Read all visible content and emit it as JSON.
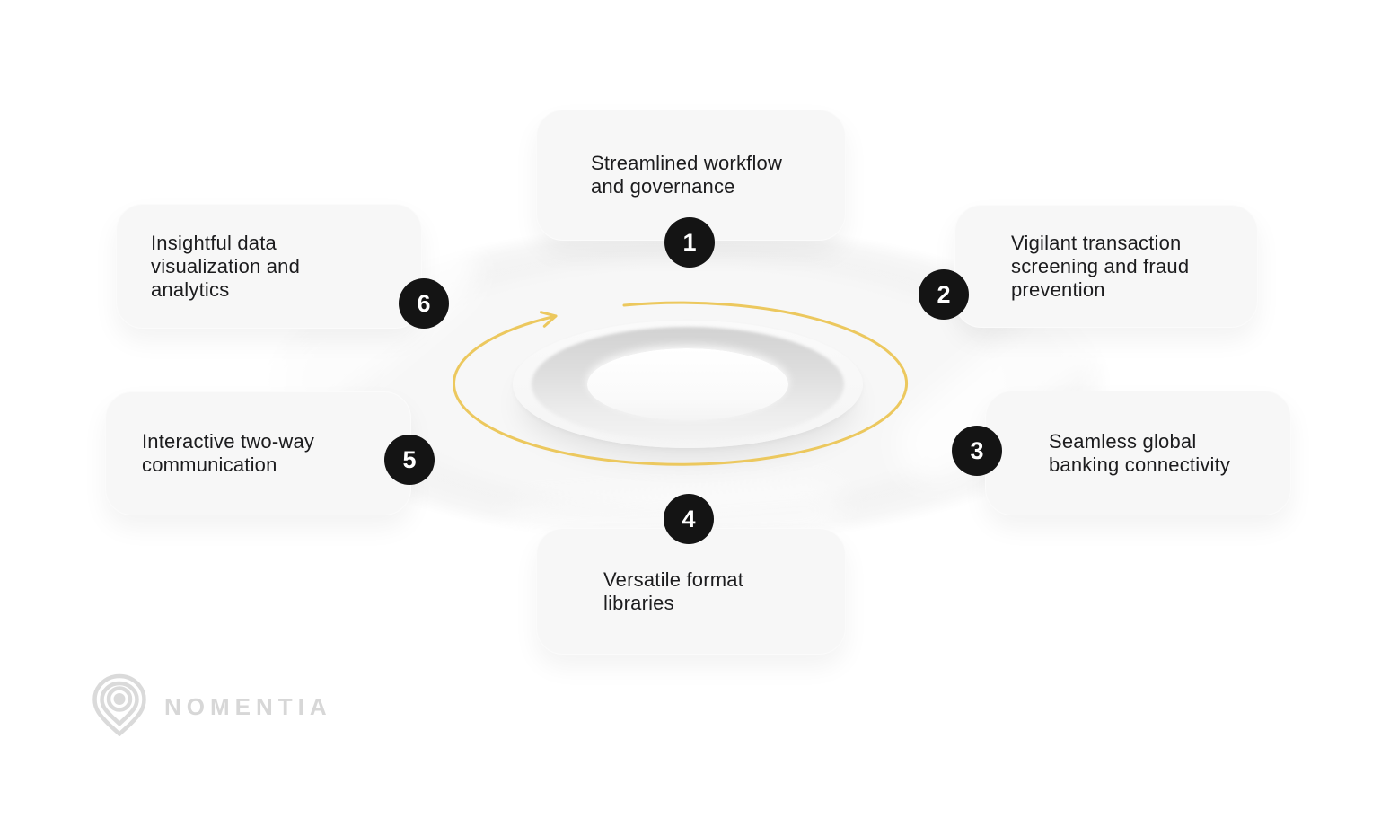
{
  "diagram": {
    "cards": [
      {
        "number": "1",
        "label": "Streamlined workflow\nand governance"
      },
      {
        "number": "2",
        "label": "Vigilant transaction\nscreening and fraud\nprevention"
      },
      {
        "number": "3",
        "label": "Seamless global\nbanking connectivity"
      },
      {
        "number": "4",
        "label": "Versatile format\nlibraries"
      },
      {
        "number": "5",
        "label": "Interactive two-way\ncommunication"
      },
      {
        "number": "6",
        "label": "Insightful data\nvisualization and\nanalytics"
      }
    ]
  },
  "footer": {
    "brand": "NOMENTIA"
  },
  "colors": {
    "accent_gold": "#ECC85E",
    "badge_bg": "#141414",
    "badge_text": "#ffffff",
    "card_bg": "#f7f7f7",
    "text": "#1c1c1e",
    "brand_gray": "#d7d7d7"
  }
}
